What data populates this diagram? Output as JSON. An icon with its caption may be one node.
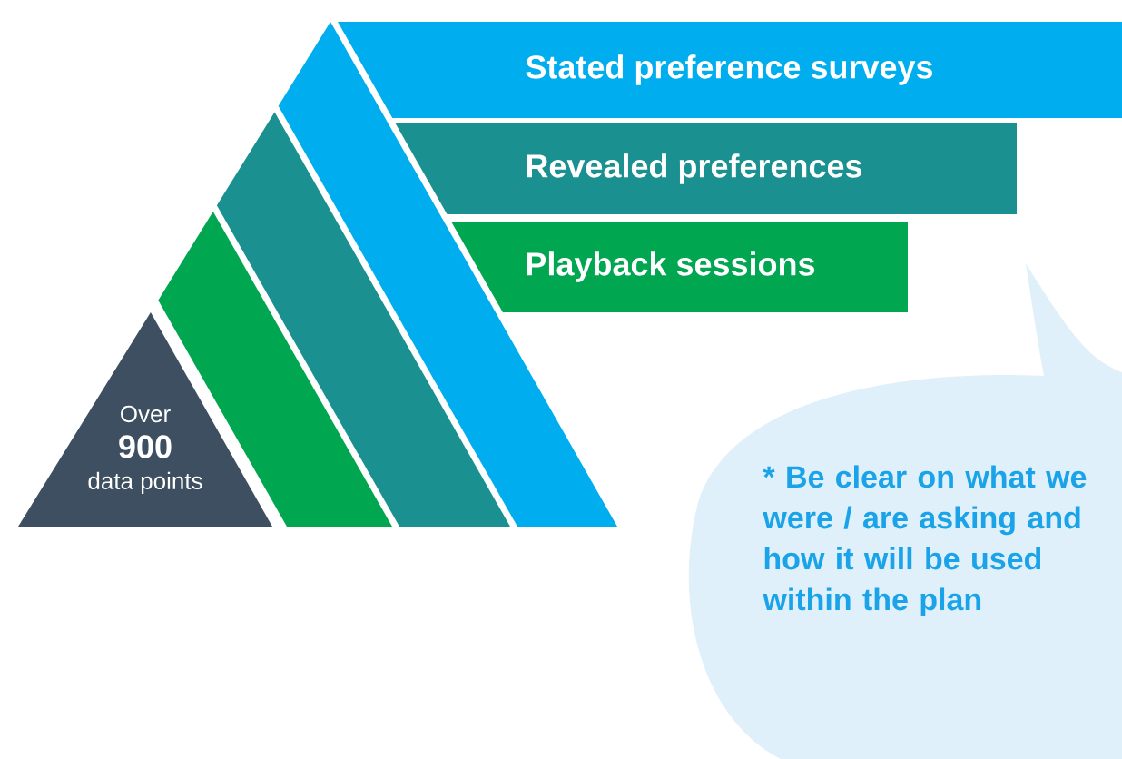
{
  "diagram": {
    "nodes": [
      {
        "text": [
          "Over",
          "900",
          "data points"
        ]
      },
      {
        "text": [
          "Stated preference surveys"
        ]
      },
      {
        "text": [
          "Revealed preferences"
        ]
      },
      {
        "text": [
          "Playback sessions"
        ]
      },
      {
        "text": [
          "* Be clear on what we were / are asking and how it will be used within the plan"
        ]
      }
    ]
  }
}
